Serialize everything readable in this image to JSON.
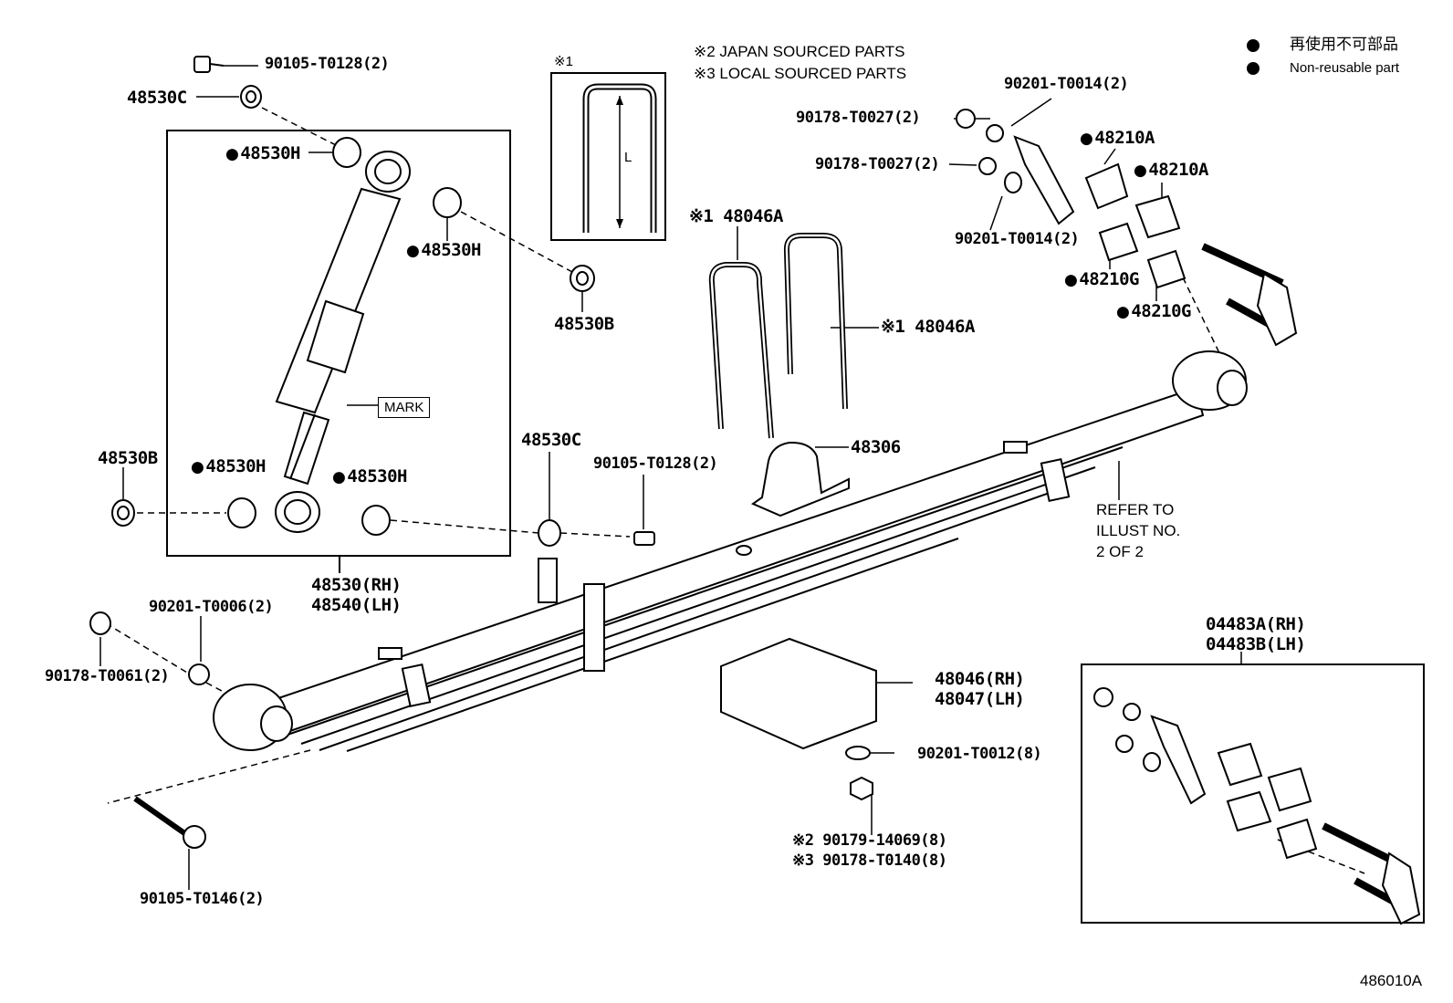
{
  "legend": {
    "jp": "再使用不可部品",
    "en": "Non-reusable part",
    "note2": "※2 JAPAN SOURCED PARTS",
    "note3": "※3 LOCAL SOURCED PARTS"
  },
  "inset_ubolt": {
    "mark": "※1",
    "dim": "L"
  },
  "labels": {
    "p1": "90105-T0128(2)",
    "p2": "48530C",
    "p3": "48530H",
    "p4": "48530H",
    "p5": "48530B",
    "p6": "MARK",
    "p7": "48530B",
    "p8": "48530H",
    "p9": "48530H",
    "p10": "48530(RH)",
    "p11": "48540(LH)",
    "p12": "48530C",
    "p13": "90105-T0128(2)",
    "p14": "※1 48046A",
    "p15": "※1 48046A",
    "p16": "48306",
    "p17": "90201-T0014(2)",
    "p18": "90178-T0027(2)",
    "p19": "90178-T0027(2)",
    "p20": "90201-T0014(2)",
    "p21": "48210A",
    "p22": "48210A",
    "p23": "48210G",
    "p24": "48210G",
    "p25a": "REFER TO",
    "p25b": "ILLUST NO.",
    "p25c": "2 OF 2",
    "p26": "90201-T0006(2)",
    "p27": "90178-T0061(2)",
    "p28": "90105-T0146(2)",
    "p29": "48046(RH)",
    "p30": "48047(LH)",
    "p31": "90201-T0012(8)",
    "p32": "※2 90179-14069(8)",
    "p33": "※3 90178-T0140(8)",
    "p34": "04483A(RH)",
    "p35": "04483B(LH)",
    "code": "486010A"
  }
}
